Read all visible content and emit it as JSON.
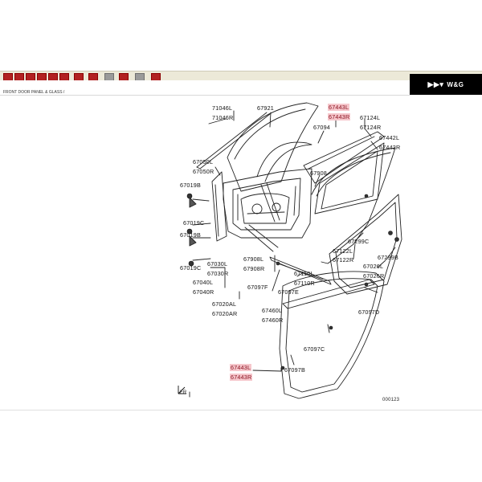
{
  "app": {
    "brand": "W&G",
    "brand_mark": "▶▶▾",
    "breadcrumb": "FRONT DOOR PANEL & GLASS /"
  },
  "toolbar": {
    "buttons": [
      "red",
      "red",
      "red",
      "red",
      "red",
      "red",
      "red",
      "red",
      "gray",
      "red",
      "gray",
      "red"
    ]
  },
  "diagram": {
    "diagram_number": "000123",
    "direction_label": "FR",
    "part_labels": {
      "p71046l": "71046L",
      "p71046r": "71046R",
      "p67921": "67921",
      "p67443l_top": "67443L",
      "p67443r_top": "67443R",
      "p67094": "67094",
      "p67124l": "67124L",
      "p67124r": "67124R",
      "p67442l": "67442L",
      "p67442r": "67442R",
      "p67050l": "67050L",
      "p67050r": "67050R",
      "p67908": "67908",
      "p67019b_1": "67019B",
      "p67019c_1": "67019C",
      "p67019b_2": "67019B",
      "p67019c_2": "67019C",
      "p67030l": "67030L",
      "p67030r": "67030R",
      "p67040l": "67040L",
      "p67040r": "67040R",
      "p67908l": "67908L",
      "p67908r": "67908R",
      "p67097f": "67097F",
      "p67097e": "67097E",
      "p67110l": "67110L",
      "p67110r": "67110R",
      "p67299c": "67299C",
      "p67299b": "67299B",
      "p67122l": "67122L",
      "p67122r": "67122R",
      "p67026l": "67026L",
      "p67026r": "67026R",
      "p67020al": "67020AL",
      "p67020ar": "67020AR",
      "p67460l": "67460L",
      "p67460r": "67460R",
      "p67097d": "67097D",
      "p67097c": "67097C",
      "p67443l_bottom": "67443L",
      "p67443r_bottom": "67443R",
      "p67097b": "67097B"
    }
  }
}
